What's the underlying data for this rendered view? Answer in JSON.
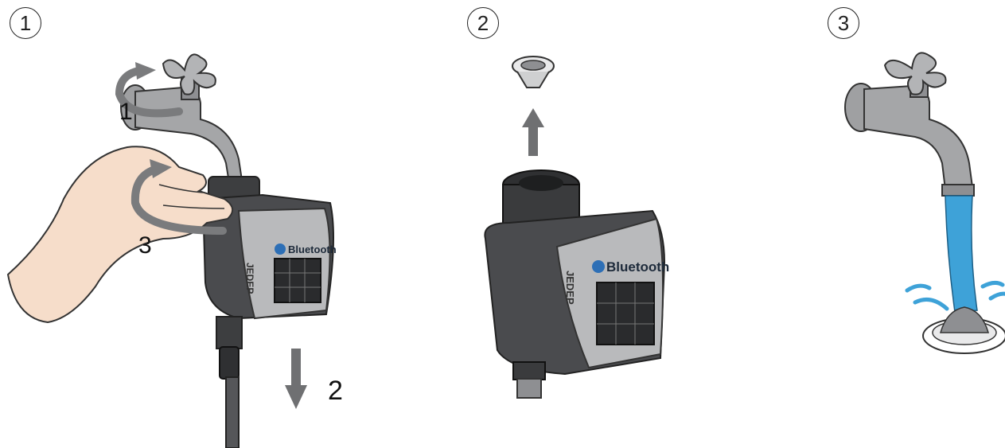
{
  "steps": [
    {
      "number": "1",
      "labels": {
        "tap_turn": "1",
        "pull_down": "2",
        "nut_turn": "3"
      },
      "device": {
        "brand": "Bluetooth",
        "side_label": "JEDEP"
      }
    },
    {
      "number": "2",
      "device": {
        "brand": "Bluetooth",
        "side_label": "JEDEP"
      }
    },
    {
      "number": "3"
    }
  ],
  "colors": {
    "metal": "#9fa0a2",
    "metal_dark": "#6e6f72",
    "body_dark": "#4a4b4e",
    "arrow": "#6f7072",
    "water": "#3ea2d8",
    "skin": "#f6ddca"
  }
}
